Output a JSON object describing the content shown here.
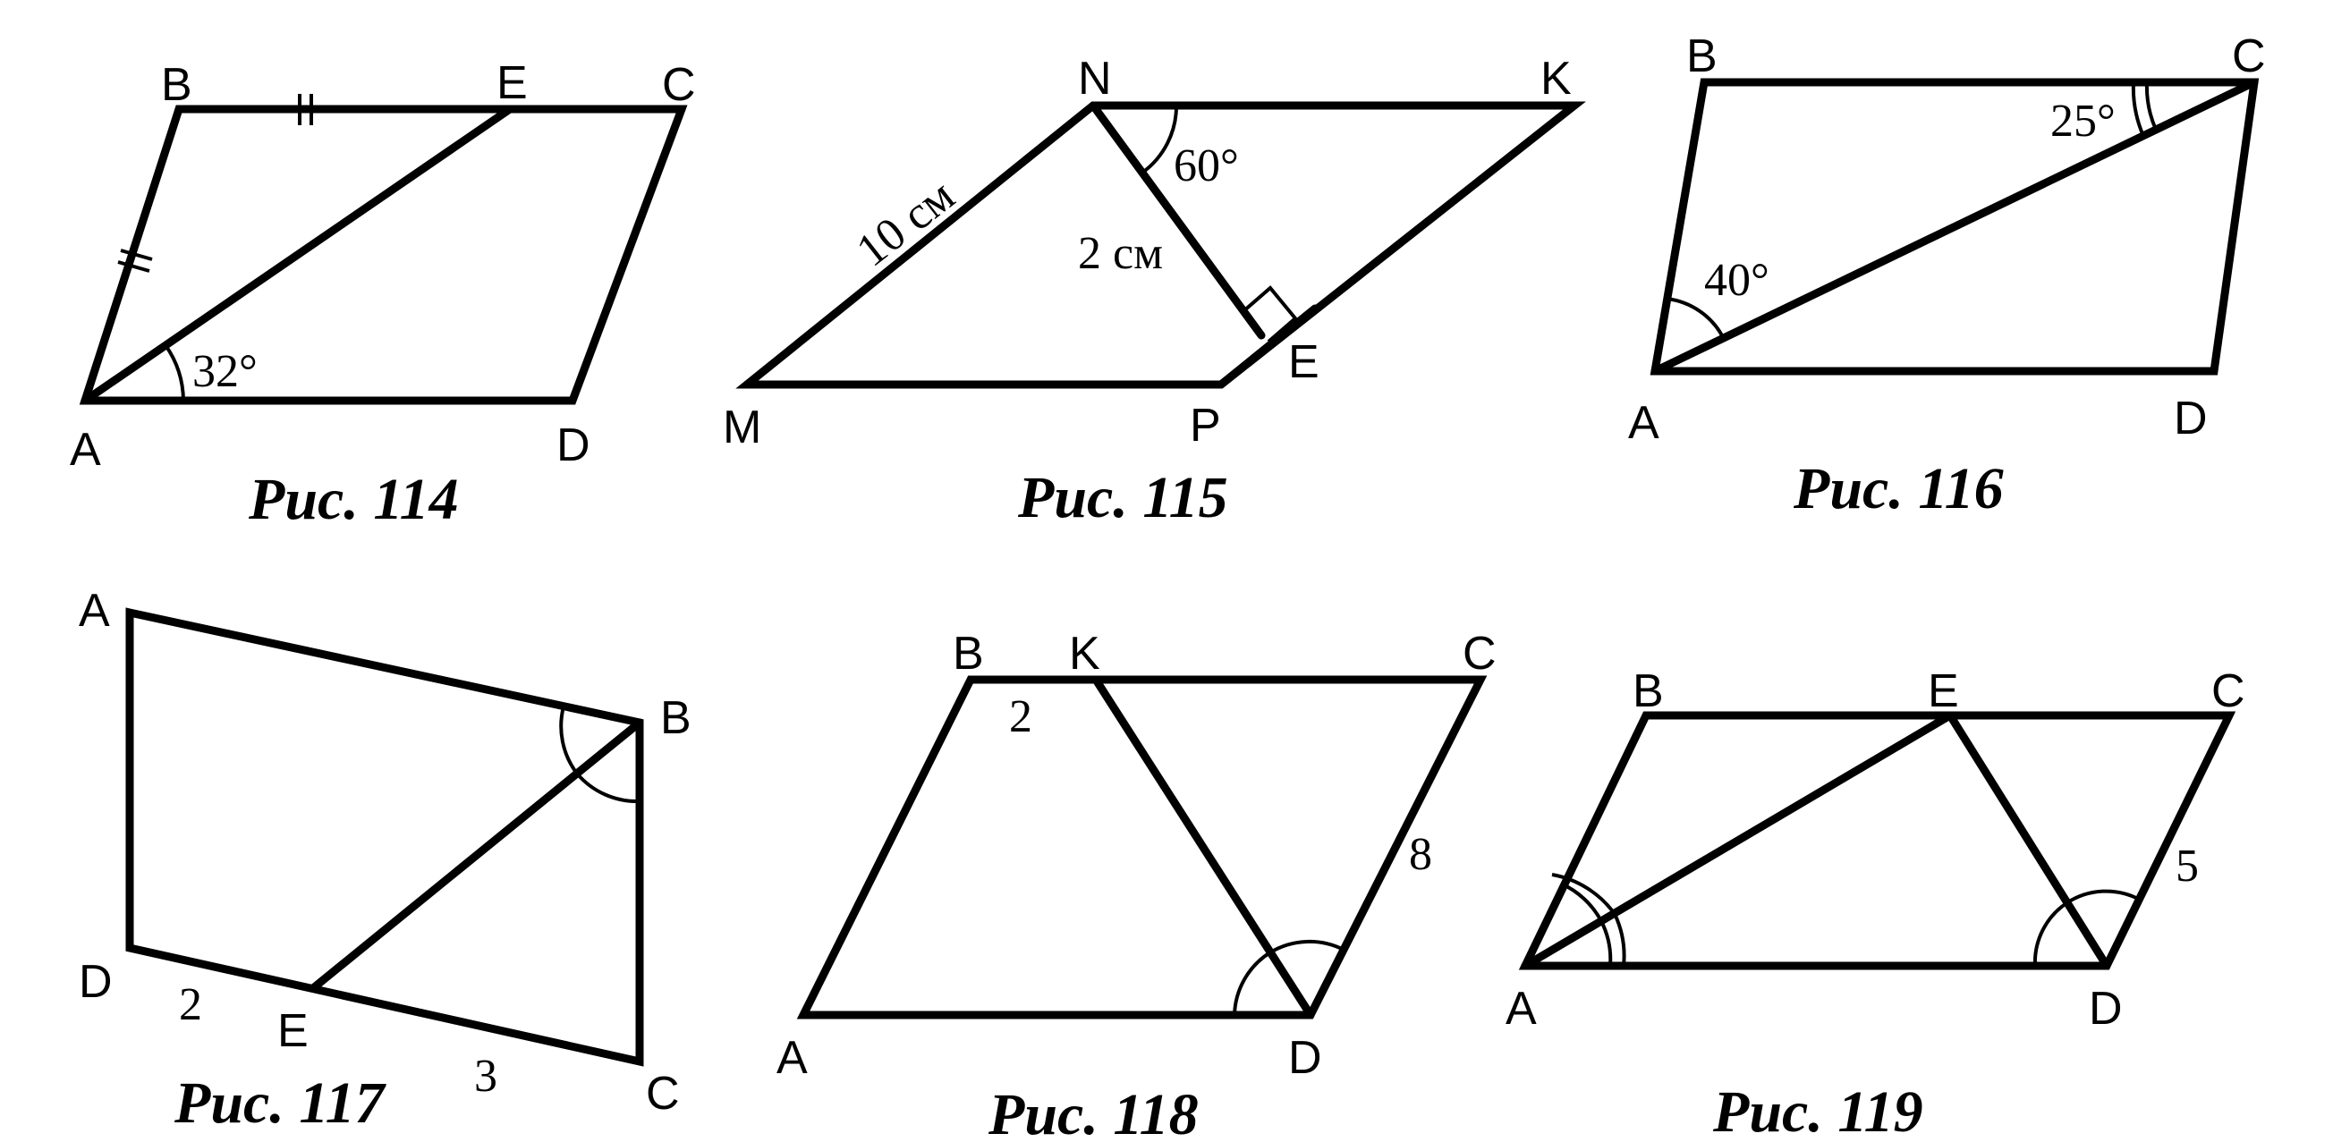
{
  "figures": [
    {
      "caption": "Рис. 114",
      "vertices": {
        "A": "A",
        "B": "B",
        "C": "C",
        "D": "D",
        "E": "E"
      },
      "labels": {
        "angle": "32°"
      }
    },
    {
      "caption": "Рис. 115",
      "vertices": {
        "M": "M",
        "N": "N",
        "K": "K",
        "P": "P",
        "E": "E"
      },
      "labels": {
        "side": "10 см",
        "height": "2 см",
        "angle": "60°"
      }
    },
    {
      "caption": "Рис. 116",
      "vertices": {
        "A": "A",
        "B": "B",
        "C": "C",
        "D": "D"
      },
      "labels": {
        "angle_a": "40°",
        "angle_c": "25°"
      }
    },
    {
      "caption": "Рис. 117",
      "vertices": {
        "A": "A",
        "B": "B",
        "C": "C",
        "D": "D",
        "E": "E"
      },
      "labels": {
        "de": "2",
        "ec": "3"
      }
    },
    {
      "caption": "Рис. 118",
      "vertices": {
        "A": "A",
        "B": "B",
        "C": "C",
        "D": "D",
        "K": "K"
      },
      "labels": {
        "bk": "2",
        "cd": "8"
      }
    },
    {
      "caption": "Рис. 119",
      "vertices": {
        "A": "A",
        "B": "B",
        "C": "C",
        "D": "D",
        "E": "E"
      },
      "labels": {
        "cd": "5"
      }
    }
  ]
}
